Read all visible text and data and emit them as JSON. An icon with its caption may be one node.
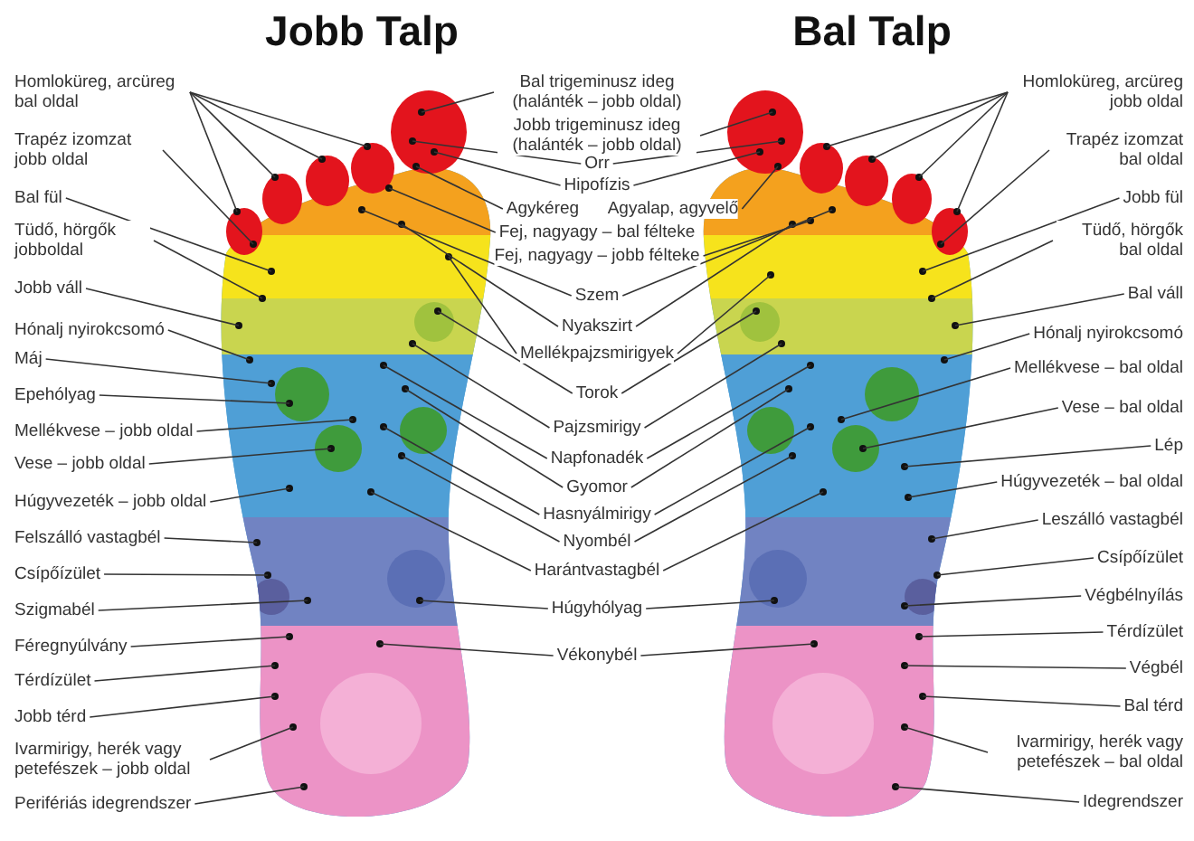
{
  "diagram": {
    "nodes": [
      {
        "text": [
          "Homloküreg, arcüreg bal oldal"
        ]
      },
      {
        "text": [
          "Trapéz izomzat jobb oldal"
        ]
      },
      {
        "text": [
          "Bal fül"
        ]
      },
      {
        "text": [
          "Tüdő, hörgők jobboldal"
        ]
      },
      {
        "text": [
          "Jobb váll"
        ]
      },
      {
        "text": [
          "Hónalj nyirokcsomó"
        ]
      },
      {
        "text": [
          "Máj"
        ]
      },
      {
        "text": [
          "Epehólyag"
        ]
      },
      {
        "text": [
          "Mellékvese – jobb oldal"
        ]
      },
      {
        "text": [
          "Vese – jobb oldal"
        ]
      },
      {
        "text": [
          "Húgyvezeték – jobb oldal"
        ]
      },
      {
        "text": [
          "Felszálló vastagbél"
        ]
      },
      {
        "text": [
          "Csípőízület"
        ]
      },
      {
        "text": [
          "Szigmabél"
        ]
      },
      {
        "text": [
          "Féregnyúlvány"
        ]
      },
      {
        "text": [
          "Térdízület"
        ]
      },
      {
        "text": [
          "Jobb térd"
        ]
      },
      {
        "text": [
          "Ivarmirigy, herék vagy petefészek – jobb oldal"
        ]
      },
      {
        "text": [
          "Perifériás idegrendszer"
        ]
      },
      {
        "text": [
          "Bal trigeminusz ideg (halánték – jobb oldal)"
        ]
      },
      {
        "text": [
          "Jobb trigeminusz ideg (halánték – jobb oldal)"
        ]
      },
      {
        "text": [
          "Orr"
        ]
      },
      {
        "text": [
          "Hipofízis"
        ]
      },
      {
        "text": [
          "Agykéreg"
        ]
      },
      {
        "text": [
          "Agyalap, agyvelő"
        ]
      },
      {
        "text": [
          "Fej, nagyagy – bal félteke"
        ]
      },
      {
        "text": [
          "Fej, nagyagy – jobb félteke"
        ]
      },
      {
        "text": [
          "Szem"
        ]
      },
      {
        "text": [
          "Nyakszirt"
        ]
      },
      {
        "text": [
          "Mellékpajzsmirigyek"
        ]
      },
      {
        "text": [
          "Torok"
        ]
      },
      {
        "text": [
          "Pajzsmirigy"
        ]
      },
      {
        "text": [
          "Napfonadék"
        ]
      },
      {
        "text": [
          "Gyomor"
        ]
      },
      {
        "text": [
          "Hasnyálmirigy"
        ]
      },
      {
        "text": [
          "Nyombél"
        ]
      },
      {
        "text": [
          "Harántvastagbél"
        ]
      },
      {
        "text": [
          "Húgyhólyag"
        ]
      },
      {
        "text": [
          "Vékonybél"
        ]
      },
      {
        "text": [
          "Homloküreg, arcüreg jobb oldal"
        ]
      },
      {
        "text": [
          "Trapéz izomzat bal oldal"
        ]
      },
      {
        "text": [
          "Jobb fül"
        ]
      },
      {
        "text": [
          "Tüdő, hörgők bal oldal"
        ]
      },
      {
        "text": [
          "Bal váll"
        ]
      },
      {
        "text": [
          "Hónalj nyirokcsomó"
        ]
      },
      {
        "text": [
          "Mellékvese – bal oldal"
        ]
      },
      {
        "text": [
          "Vese – bal oldal"
        ]
      },
      {
        "text": [
          "Lép"
        ]
      },
      {
        "text": [
          "Húgyvezeték – bal oldal"
        ]
      },
      {
        "text": [
          "Leszálló vastagbél"
        ]
      },
      {
        "text": [
          "Csípőízület"
        ]
      },
      {
        "text": [
          "Végbélnyílás"
        ]
      },
      {
        "text": [
          "Térdízület"
        ]
      },
      {
        "text": [
          "Végbél"
        ]
      },
      {
        "text": [
          "Bal térd"
        ]
      },
      {
        "text": [
          "Ivarmirigy, herék vagy petefészek – bal oldal"
        ]
      },
      {
        "text": [
          "Idegrendszer"
        ]
      }
    ],
    "edges": [
      {
        "from": 0,
        "to": null,
        "arrow": "none"
      },
      {
        "from": 0,
        "to": null,
        "arrow": "none"
      },
      {
        "from": 0,
        "to": null,
        "arrow": "none"
      },
      {
        "from": 0,
        "to": null,
        "arrow": "none"
      },
      {
        "from": 1,
        "to": null,
        "arrow": "none"
      },
      {
        "from": 2,
        "to": null,
        "arrow": "none"
      },
      {
        "from": 3,
        "to": null,
        "arrow": "none"
      },
      {
        "from": 4,
        "to": null,
        "arrow": "none"
      },
      {
        "from": 5,
        "to": null,
        "arrow": "none"
      },
      {
        "from": 6,
        "to": null,
        "arrow": "none"
      },
      {
        "from": 7,
        "to": null,
        "arrow": "none"
      },
      {
        "from": 8,
        "to": null,
        "arrow": "none"
      },
      {
        "from": 9,
        "to": null,
        "arrow": "none"
      },
      {
        "from": 10,
        "to": null,
        "arrow": "none"
      },
      {
        "from": 11,
        "to": null,
        "arrow": "none"
      },
      {
        "from": 12,
        "to": null,
        "arrow": "none"
      },
      {
        "from": 13,
        "to": null,
        "arrow": "none"
      },
      {
        "from": 14,
        "to": null,
        "arrow": "none"
      },
      {
        "from": 15,
        "to": null,
        "arrow": "none"
      },
      {
        "from": 16,
        "to": null,
        "arrow": "none"
      },
      {
        "from": 17,
        "to": null,
        "arrow": "none"
      },
      {
        "from": 18,
        "to": null,
        "arrow": "none"
      },
      {
        "from": 19,
        "to": null,
        "arrow": "none"
      },
      {
        "from": 20,
        "to": null,
        "arrow": "none"
      },
      {
        "from": 21,
        "to": null,
        "arrow": "none"
      },
      {
        "from": 21,
        "to": null,
        "arrow": "none"
      },
      {
        "from": 22,
        "to": null,
        "arrow": "none"
      },
      {
        "from": 22,
        "to": null,
        "arrow": "none"
      },
      {
        "from": 23,
        "to": null,
        "arrow": "none"
      },
      {
        "from": 24,
        "to": null,
        "arrow": "none"
      },
      {
        "from": 25,
        "to": null,
        "arrow": "none"
      },
      {
        "from": 26,
        "to": null,
        "arrow": "none"
      },
      {
        "from": 27,
        "to": null,
        "arrow": "none"
      },
      {
        "from": 27,
        "to": null,
        "arrow": "none"
      },
      {
        "from": 28,
        "to": null,
        "arrow": "none"
      },
      {
        "from": 28,
        "to": null,
        "arrow": "none"
      },
      {
        "from": 29,
        "to": null,
        "arrow": "none"
      },
      {
        "from": 29,
        "to": null,
        "arrow": "none"
      },
      {
        "from": 30,
        "to": null,
        "arrow": "none"
      },
      {
        "from": 30,
        "to": null,
        "arrow": "none"
      },
      {
        "from": 31,
        "to": null,
        "arrow": "none"
      },
      {
        "from": 31,
        "to": null,
        "arrow": "none"
      },
      {
        "from": 32,
        "to": null,
        "arrow": "none"
      },
      {
        "from": 32,
        "to": null,
        "arrow": "none"
      },
      {
        "from": 33,
        "to": null,
        "arrow": "none"
      },
      {
        "from": 33,
        "to": null,
        "arrow": "none"
      },
      {
        "from": 34,
        "to": null,
        "arrow": "none"
      },
      {
        "from": 34,
        "to": null,
        "arrow": "none"
      },
      {
        "from": 35,
        "to": null,
        "arrow": "none"
      },
      {
        "from": 35,
        "to": null,
        "arrow": "none"
      },
      {
        "from": 36,
        "to": null,
        "arrow": "none"
      },
      {
        "from": 36,
        "to": null,
        "arrow": "none"
      },
      {
        "from": 37,
        "to": null,
        "arrow": "none"
      },
      {
        "from": 37,
        "to": null,
        "arrow": "none"
      },
      {
        "from": 38,
        "to": null,
        "arrow": "none"
      },
      {
        "from": 38,
        "to": null,
        "arrow": "none"
      },
      {
        "from": 39,
        "to": null,
        "arrow": "none"
      },
      {
        "from": 39,
        "to": null,
        "arrow": "none"
      },
      {
        "from": 39,
        "to": null,
        "arrow": "none"
      },
      {
        "from": 39,
        "to": null,
        "arrow": "none"
      },
      {
        "from": 40,
        "to": null,
        "arrow": "none"
      },
      {
        "from": 41,
        "to": null,
        "arrow": "none"
      },
      {
        "from": 42,
        "to": null,
        "arrow": "none"
      },
      {
        "from": 43,
        "to": null,
        "arrow": "none"
      },
      {
        "from": 44,
        "to": null,
        "arrow": "none"
      },
      {
        "from": 45,
        "to": null,
        "arrow": "none"
      },
      {
        "from": 46,
        "to": null,
        "arrow": "none"
      },
      {
        "from": 47,
        "to": null,
        "arrow": "none"
      },
      {
        "from": 48,
        "to": null,
        "arrow": "none"
      },
      {
        "from": 49,
        "to": null,
        "arrow": "none"
      },
      {
        "from": 50,
        "to": null,
        "arrow": "none"
      },
      {
        "from": 51,
        "to": null,
        "arrow": "none"
      },
      {
        "from": 52,
        "to": null,
        "arrow": "none"
      },
      {
        "from": 53,
        "to": null,
        "arrow": "none"
      },
      {
        "from": 54,
        "to": null,
        "arrow": "none"
      },
      {
        "from": 55,
        "to": null,
        "arrow": "none"
      },
      {
        "from": 56,
        "to": null,
        "arrow": "none"
      }
    ],
    "labels": [
      "Jobb Talp",
      "Bal Talp"
    ]
  }
}
